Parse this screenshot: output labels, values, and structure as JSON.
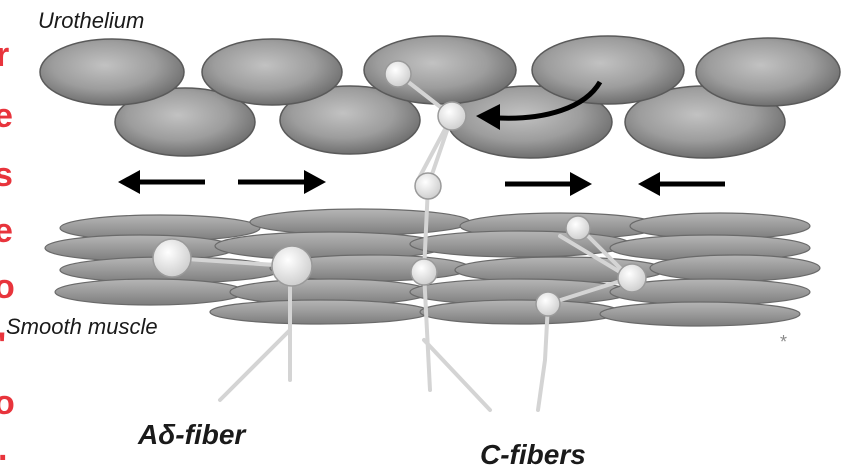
{
  "labels": {
    "urothelium": "Urothelium",
    "smooth_muscle": "Smooth muscle",
    "a_delta_fiber": "Aδ-fiber",
    "c_fibers": "C-fibers"
  },
  "side_text_fragments": [
    "r",
    "e",
    "s",
    "e",
    "o",
    "'",
    "o",
    "."
  ],
  "colors": {
    "cell_fill": "#9a9a9a",
    "cell_stroke": "#5a5a5a",
    "fiber": "#cfcfcf",
    "node_fill": "#f2f2f2",
    "arrow": "#000000",
    "side_text": "#e8343c",
    "label_text": "#1a1a1a"
  }
}
